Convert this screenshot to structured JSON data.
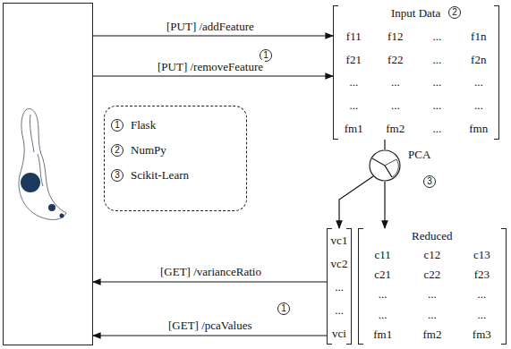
{
  "diagram": {
    "nodes": [
      {
        "text": []
      },
      {
        "text": [
          "Input Data",
          "f11",
          "f12",
          "...",
          "f1n",
          "f21",
          "f22",
          "...",
          "f2n",
          "...",
          "...",
          "...",
          "...",
          "...",
          "...",
          "...",
          "...",
          "fm1",
          "fm2",
          "...",
          "fmn"
        ]
      },
      {
        "text": [
          "PCA"
        ]
      },
      {
        "text": [
          "vc1",
          "vc2",
          "...",
          "...",
          "vci"
        ]
      },
      {
        "text": [
          "Reduced",
          "c11",
          "c12",
          "c13",
          "c21",
          "c22",
          "f23",
          "...",
          "...",
          "...",
          "...",
          "...",
          "...",
          "fm1",
          "fm2",
          "fm3"
        ]
      }
    ],
    "edges": [
      {
        "from": 0,
        "to": 1,
        "label": "[PUT] /addFeature",
        "arrow": "to"
      },
      {
        "from": 0,
        "to": 1,
        "label": "[PUT] /removeFeature",
        "arrow": "to"
      },
      {
        "from": 1,
        "to": 2,
        "arrow": "none"
      },
      {
        "from": 2,
        "to": 3,
        "arrow": "to"
      },
      {
        "from": 2,
        "to": 4,
        "arrow": "to"
      },
      {
        "from": 3,
        "to": 0,
        "label": "[GET] /varianceRatio",
        "arrow": "to"
      },
      {
        "from": 3,
        "to": 0,
        "label": "[GET] /pcaValues",
        "arrow": "to"
      }
    ],
    "labels": [
      "1",
      "1",
      "2",
      "3",
      "2",
      "3",
      "1"
    ],
    "legend": [
      {
        "text": "Flask"
      },
      {
        "text": "NumPy"
      },
      {
        "text": "Scikit-Learn"
      }
    ]
  }
}
